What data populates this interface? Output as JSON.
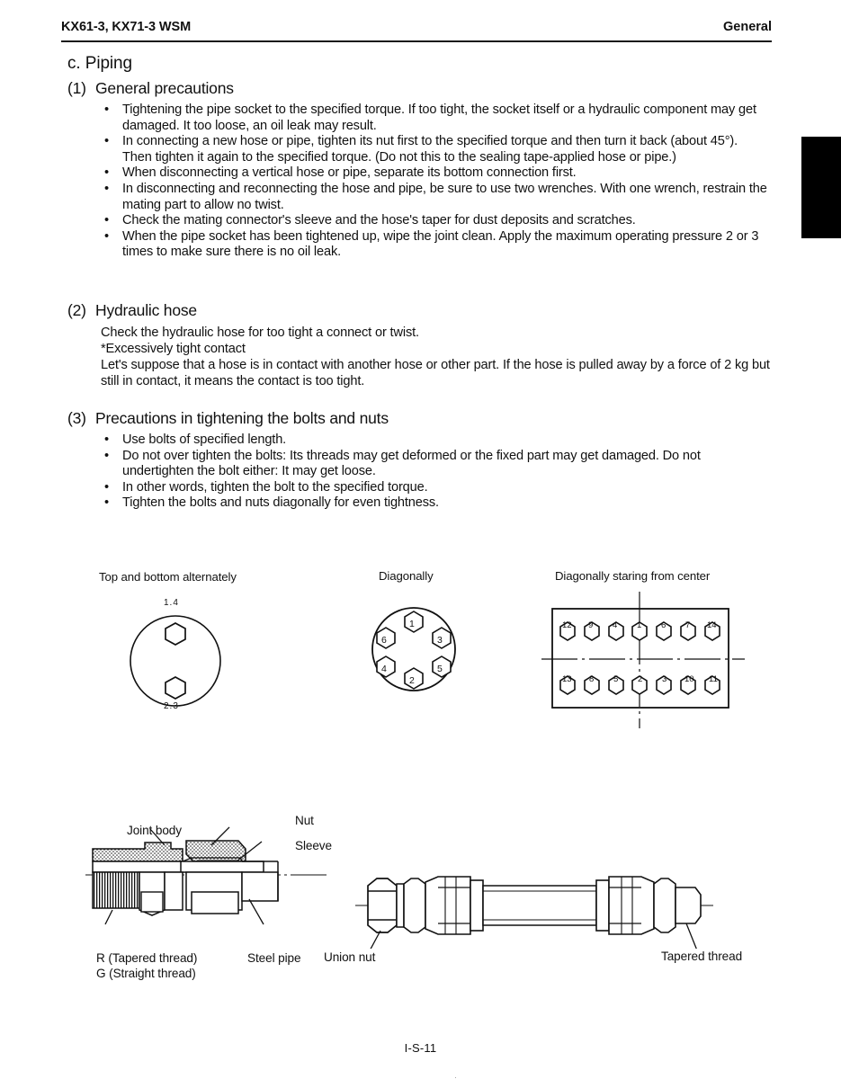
{
  "header": {
    "left": "KX61-3, KX71-3 WSM",
    "right": "General"
  },
  "section": {
    "letter_heading": "c.  Piping",
    "subsections": [
      {
        "number": "(1)",
        "title": "General precautions",
        "bullets": [
          "Tightening the pipe socket to the specified torque. If too tight, the socket itself or a hydraulic component may get damaged. It too loose, an oil leak may result.",
          "In connecting a new hose or pipe, tighten its nut first to the specified torque and then turn it back (about 45°). Then tighten it again to the specified torque. (Do not this to the sealing tape-applied hose or pipe.)",
          "When disconnecting a vertical hose or pipe, separate its bottom connection first.",
          "In disconnecting and reconnecting the hose and pipe, be sure to use two wrenches. With one wrench, restrain the mating part to allow no twist.",
          "Check the mating connector's sleeve and the hose's taper for dust deposits and scratches.",
          "When the pipe socket has been tightened up, wipe the joint clean. Apply the maximum operating pressure 2 or 3 times to make sure there is no oil leak."
        ]
      },
      {
        "number": "(2)",
        "title": "Hydraulic hose",
        "paragraphs": [
          "Check the hydraulic hose for too tight a connect or twist.",
          "*Excessively tight contact",
          "Let's suppose that a hose is in contact with another hose or other part. If the hose is pulled away by a force of 2 kg but still in contact, it means the contact is too tight."
        ]
      },
      {
        "number": "(3)",
        "title": "Precautions in tightening the bolts and nuts",
        "bullets": [
          "Use bolts of specified length.",
          "Do not over tighten the bolts: Its threads may get deformed or the fixed part may get damaged. Do not undertighten the bolt either: It may get loose.",
          "In other words, tighten the bolt to the specified torque.",
          "Tighten the bolts and nuts diagonally for even tightness."
        ]
      }
    ]
  },
  "figures": {
    "bolt_patterns": [
      {
        "caption": "Top and bottom alternately",
        "shape": "circle",
        "top_label": "1.4",
        "bottom_label": "2.3",
        "bolt_count": 2
      },
      {
        "caption": "Diagonally",
        "shape": "circle",
        "bolt_numbers": [
          "1",
          "3",
          "5",
          "2",
          "4",
          "6"
        ]
      },
      {
        "caption": "Diagonally staring from center",
        "shape": "rectangle",
        "top_row": [
          "12",
          "9",
          "4",
          "1",
          "6",
          "7",
          "14"
        ],
        "bottom_row": [
          "13",
          "8",
          "5",
          "2",
          "3",
          "10",
          "11"
        ]
      }
    ],
    "joint_assembly": {
      "labels": {
        "joint_body": "Joint body",
        "nut": "Nut",
        "sleeve": "Sleeve",
        "thread_line1": "R (Tapered thread)",
        "thread_line2": "G (Straight thread)",
        "steel_pipe": "Steel pipe"
      }
    },
    "hose_assembly": {
      "labels": {
        "union_nut": "Union nut",
        "tapered_thread": "Tapered thread"
      }
    }
  },
  "footer": {
    "page_number": "I-S-11",
    "mark": "·"
  },
  "colors": {
    "ink": "#111111",
    "rule": "#1a1a1a",
    "tab": "#000000"
  }
}
